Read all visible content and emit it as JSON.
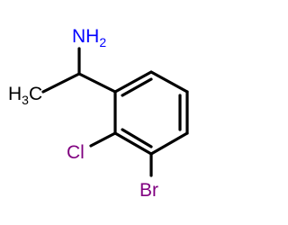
{
  "molecule": {
    "labels": {
      "amine_main": "NH",
      "amine_sub": "2",
      "methyl_main_left": "H",
      "methyl_sub": "3",
      "methyl_main_right": "C",
      "chloro": "Cl",
      "bromo": "Br"
    },
    "colors": {
      "bond": "#000000",
      "amine": "#0000ff",
      "carbon": "#000000",
      "chloro": "#800080",
      "bromo": "#800080"
    }
  }
}
